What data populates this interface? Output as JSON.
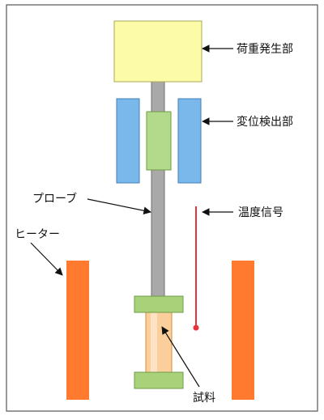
{
  "labels": {
    "load": "荷重発生部",
    "displacement": "変位検出部",
    "probe": "プローブ",
    "temperature": "温度信号",
    "heater": "ヒーター",
    "sample": "試料"
  },
  "colors": {
    "frame": "#555555",
    "load_unit": "#fbfba8",
    "load_unit_edge": "#a8a85a",
    "detector_coil": "#7ab8ec",
    "detector_coil_edge": "#3d7fb8",
    "probe": "#a9a9a9",
    "probe_edge": "#6f6f6f",
    "core": "#b3d98a",
    "core_edge": "#6e9a45",
    "holder": "#a9d17a",
    "holder_edge": "#6e9a45",
    "sample": "#fbcf9b",
    "sample_edge": "#d98d3a",
    "heater": "#ff7a2e",
    "thermocouple": "#e8333a",
    "arrow": "#111111"
  }
}
